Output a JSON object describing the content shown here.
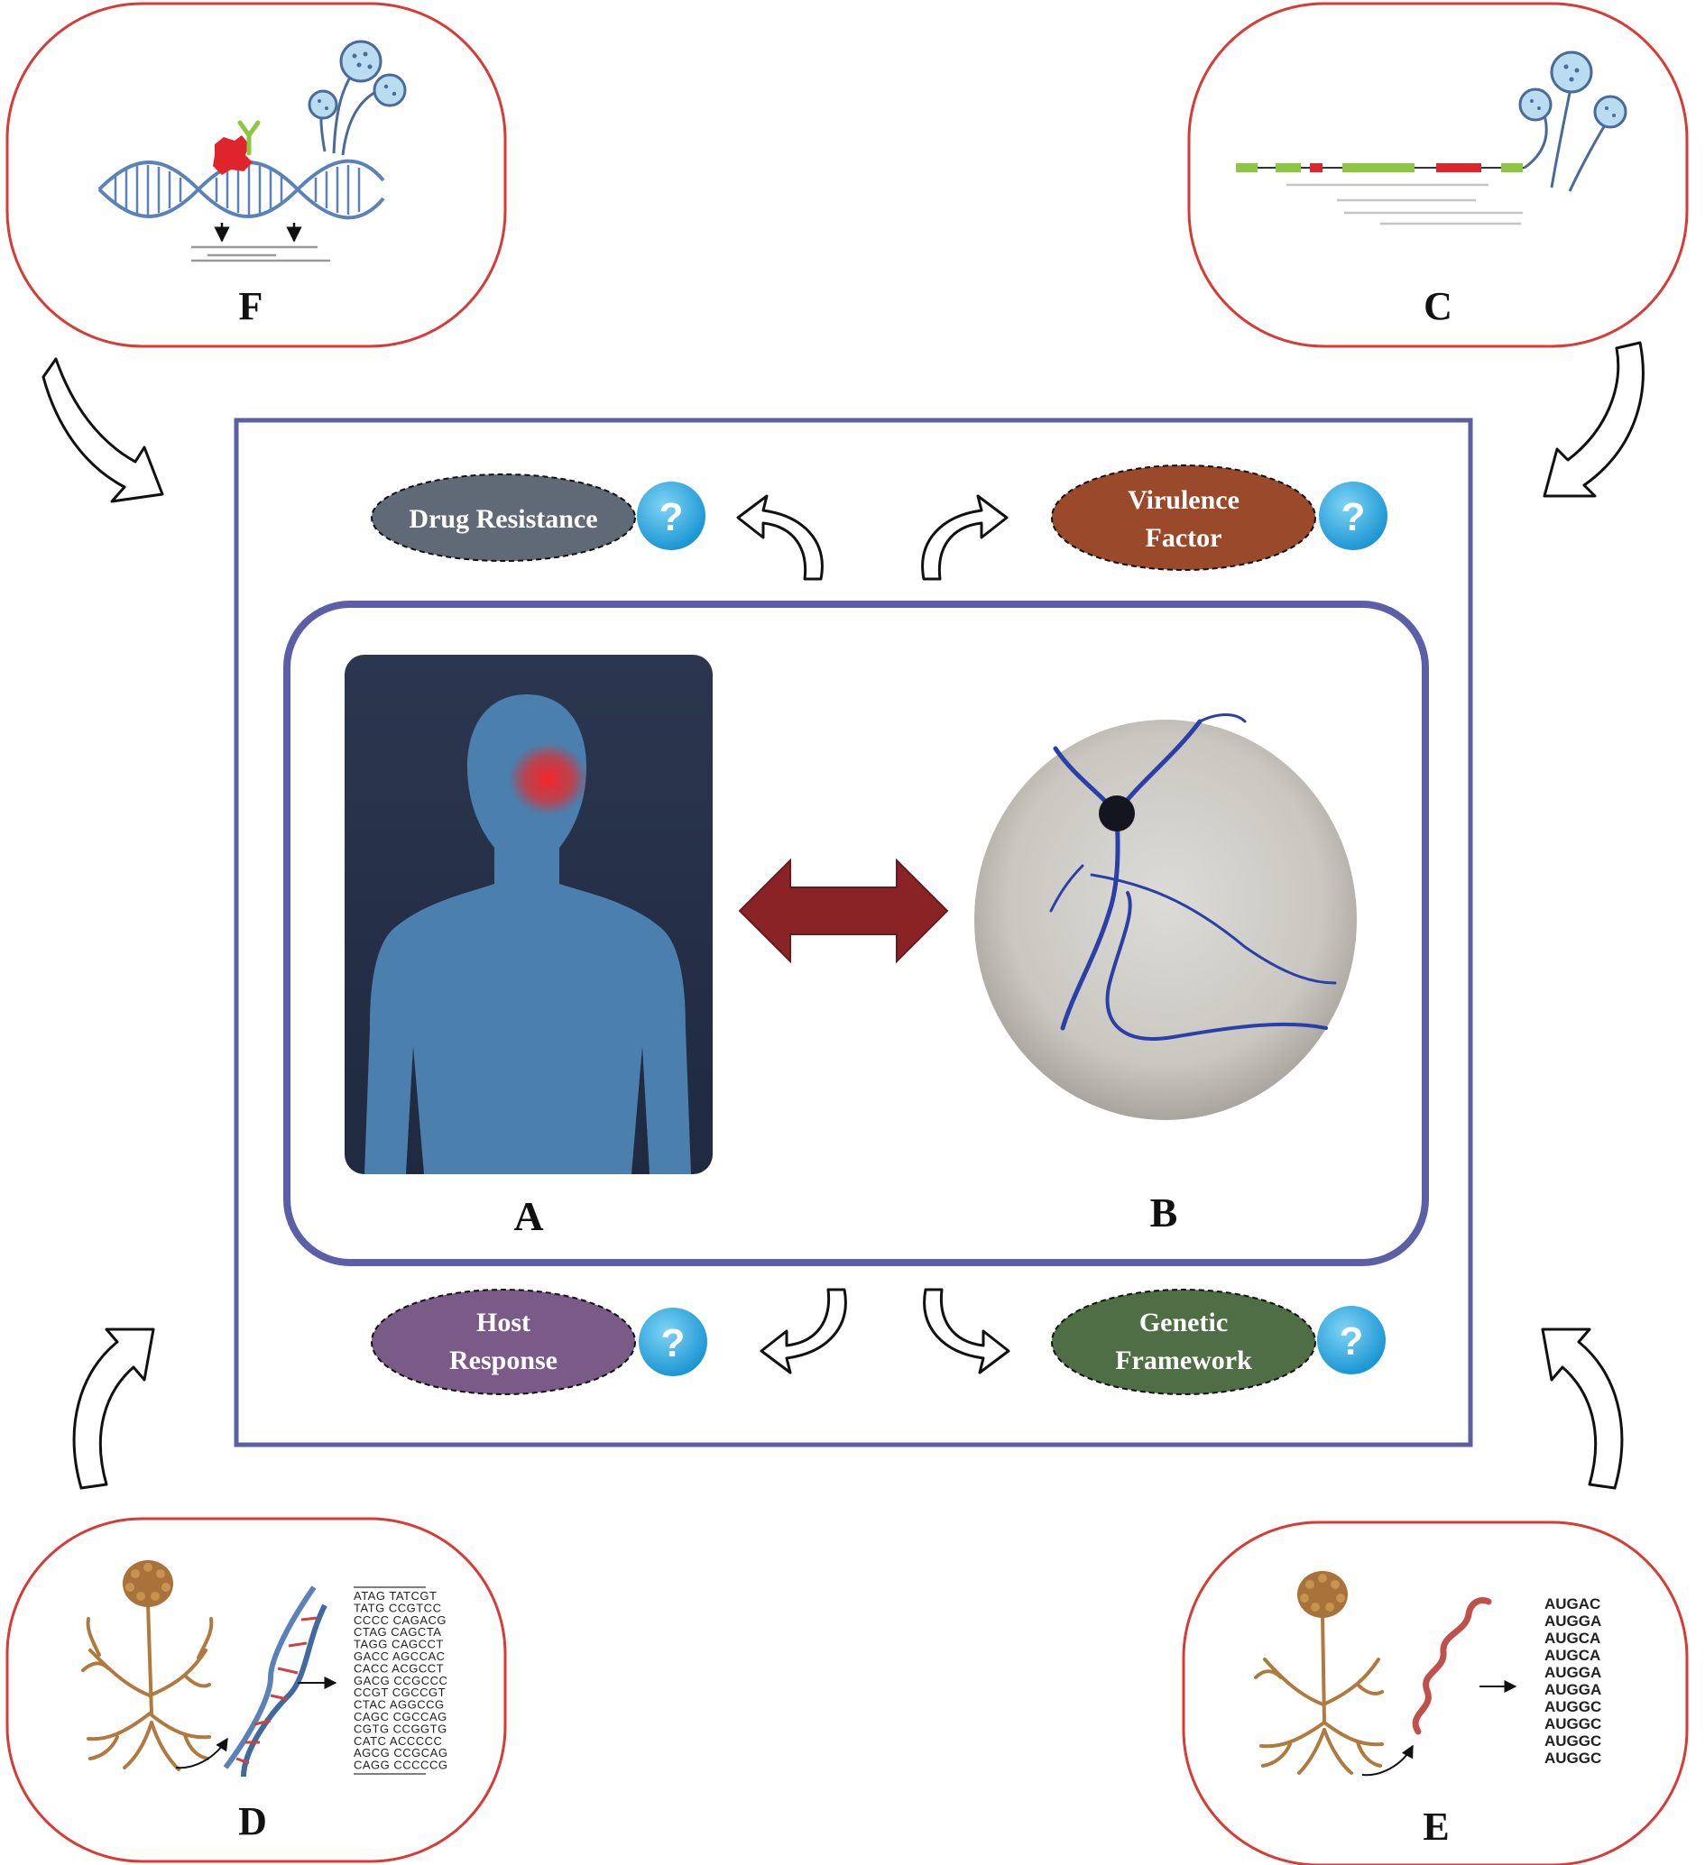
{
  "panels": {
    "A": "A",
    "B": "B",
    "C": "C",
    "D": "D",
    "E": "E",
    "F": "F"
  },
  "factors": {
    "drug_resistance": [
      "Drug Resistance"
    ],
    "virulence_factor": [
      "Virulence",
      "Factor"
    ],
    "host_response": [
      "Host",
      "Response"
    ],
    "genetic_framework": [
      "Genetic",
      "Framework"
    ],
    "question_mark": "?"
  },
  "sequences": {
    "dna_rows": [
      "ATAG TATCGT",
      "TATG CCGTCC",
      "CCCC CAGACG",
      "CTAG CAGCTA",
      "TAGG CAGCCT",
      "GACC AGCCAC",
      "CACC ACGCCT",
      "GACG CCGCCC",
      "CCGT CGCCGT",
      "CTAC AGGCCG",
      "CAGC CGCCAG",
      "CGTG CCGGTG",
      "CATC ACCCCC",
      "AGCG CCGCAG",
      "CAGG CCCCCG"
    ],
    "rna_rows": [
      "AUGAC",
      "AUGGA",
      "AUGCA",
      "AUGCA",
      "AUGGA",
      "AUGGA",
      "AUGGC",
      "AUGGC",
      "AUGGC",
      "AUGGC"
    ]
  },
  "colors": {
    "outer_pill_border": "#d93a35",
    "frame_border": "#5a5fa8",
    "drug_resistance": "#606a76",
    "virulence_factor": "#9a4a2a",
    "host_response": "#7a5a86",
    "genetic_framework": "#4f6e45",
    "question_badge": "#2aa6dd",
    "double_arrow": "#8a2326",
    "dna_blue": "#5b82b8",
    "gene_green": "#8dc63f",
    "gene_red": "#e0242b",
    "fungus_brown": "#b07a3e"
  }
}
